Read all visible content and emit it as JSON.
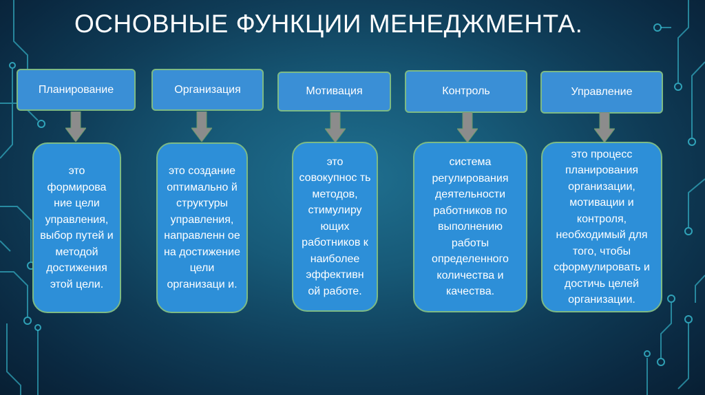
{
  "title": "ОСНОВНЫЕ ФУНКЦИИ МЕНЕДЖМЕНТА.",
  "colors": {
    "box_fill": "#2d8fd8",
    "box_border": "#7dba84",
    "arrow": "#8c8c8c",
    "circuit": "#3fd2e6"
  },
  "functions": [
    {
      "label": "Планирование",
      "description": "это формирова ние цели управления, выбор путей и методой достижения этой цели."
    },
    {
      "label": "Организация",
      "description": "это создание оптимально й структуры управления, направленн ое на достижение цели организаци и."
    },
    {
      "label": "Мотивация",
      "description": "это совокупнос ть методов, стимулиру ющих работников к наиболее эффективн ой работе."
    },
    {
      "label": "Контроль",
      "description": "система регулирования деятельности работников по выполнению работы определенного количества и качества."
    },
    {
      "label": "Управление",
      "description": "это процесс планирования организации, мотивации и контроля, необходимый для того, чтобы сформулировать и достичь целей организации."
    }
  ]
}
